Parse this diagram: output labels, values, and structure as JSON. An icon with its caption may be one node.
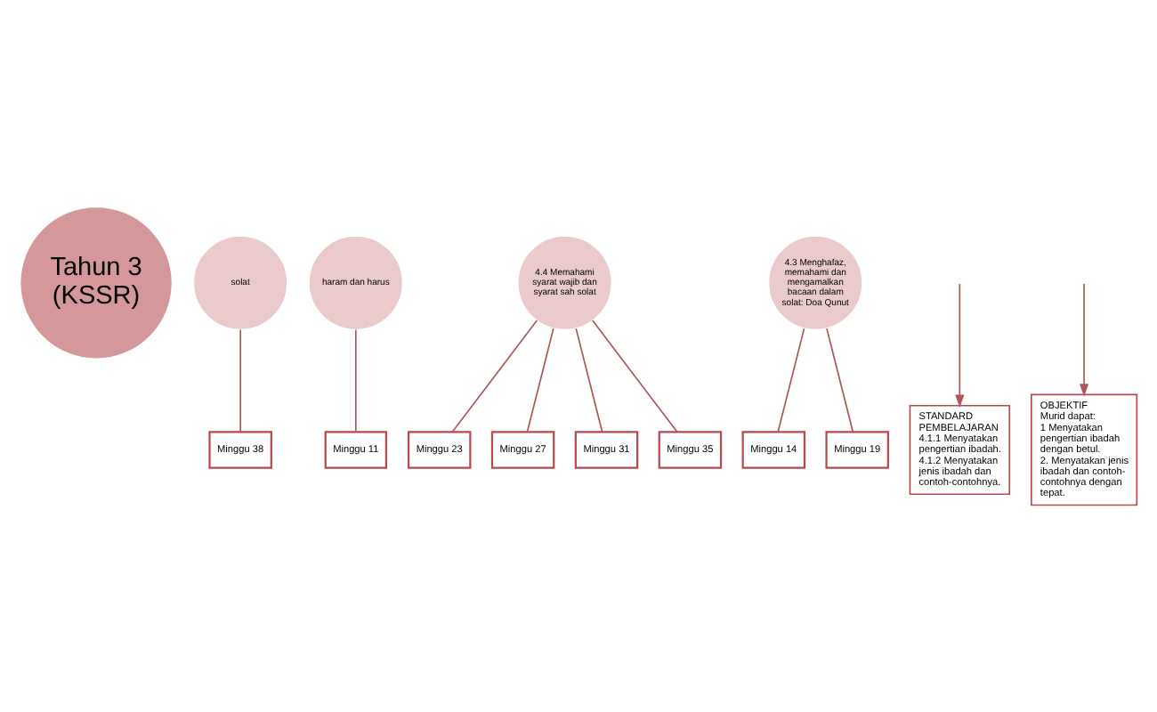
{
  "diagram": {
    "nodes": [
      {
        "text": [
          "Tahun 3 (KSSR)"
        ]
      },
      {
        "text": [
          "solat"
        ]
      },
      {
        "text": [
          "haram dan harus"
        ]
      },
      {
        "text": [
          "4.4 Memahami syarat wajib dan syarat sah solat"
        ]
      },
      {
        "text": [
          "4.3 Menghafaz, memahami dan mengamalkan bacaan dalam solat: Doa Qunut"
        ]
      },
      {
        "text": [
          "Minggu 38"
        ]
      },
      {
        "text": [
          "Minggu 23"
        ]
      },
      {
        "text": [
          "Minggu 27"
        ]
      },
      {
        "text": [
          "Minggu 31"
        ]
      },
      {
        "text": [
          "Minggu 35"
        ]
      },
      {
        "text": [
          "Minggu 11"
        ]
      },
      {
        "text": [
          "Minggu 14"
        ]
      },
      {
        "text": [
          "Minggu 19"
        ]
      },
      {
        "text": [
          "STANDARD PEMBELAJARAN",
          "4.1.1 Menyatakan pengertian ibadah.",
          "4.1.2 Menyatakan jenis ibadah dan contoh-contohnya."
        ]
      },
      {
        "text": [
          "OBJEKTIF",
          "Murid dapat:",
          "1 Menyatakan pengertian ibadah dengan betul.",
          "2. Menyatakan jenis ibadah dan contoh-contohnya dengan tepat."
        ]
      }
    ],
    "edges": [
      {
        "from": 1,
        "to": 5,
        "arrow": "none"
      },
      {
        "from": 3,
        "to": 6,
        "arrow": "none"
      },
      {
        "from": 3,
        "to": 7,
        "arrow": "none"
      },
      {
        "from": 3,
        "to": 8,
        "arrow": "none"
      },
      {
        "from": 3,
        "to": 9,
        "arrow": "none"
      },
      {
        "from": 2,
        "to": 10,
        "arrow": "none"
      },
      {
        "from": 4,
        "to": 11,
        "arrow": "none"
      },
      {
        "from": 4,
        "to": 12,
        "arrow": "none"
      },
      {
        "from": null,
        "to": 13,
        "arrow": "to"
      },
      {
        "from": null,
        "to": 14,
        "arrow": "to"
      }
    ]
  }
}
